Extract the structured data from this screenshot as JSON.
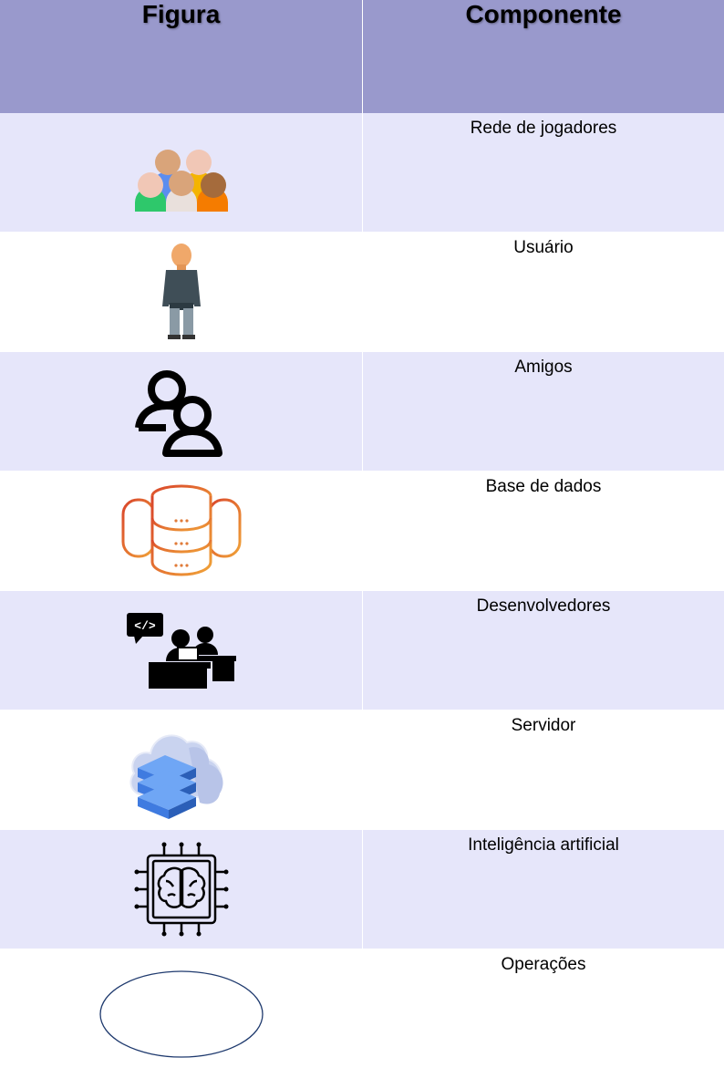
{
  "header": {
    "figure_label": "Figura",
    "component_label": "Componente"
  },
  "rows": [
    {
      "icon": "players-network-icon",
      "component": "Rede de jogadores"
    },
    {
      "icon": "user-icon",
      "component": "Usuário"
    },
    {
      "icon": "friends-icon",
      "component": "Amigos"
    },
    {
      "icon": "database-icon",
      "component": "Base de dados"
    },
    {
      "icon": "developers-icon",
      "component": "Desenvolvedores"
    },
    {
      "icon": "cloud-server-icon",
      "component": "Servidor"
    },
    {
      "icon": "ai-brain-chip-icon",
      "component": "Inteligência artificial"
    },
    {
      "icon": "ellipse-icon",
      "component": "Operações"
    }
  ],
  "colors": {
    "header_bg": "#9999cc",
    "row_shade": "#e6e6fa",
    "database_stroke": "#e07b39"
  }
}
